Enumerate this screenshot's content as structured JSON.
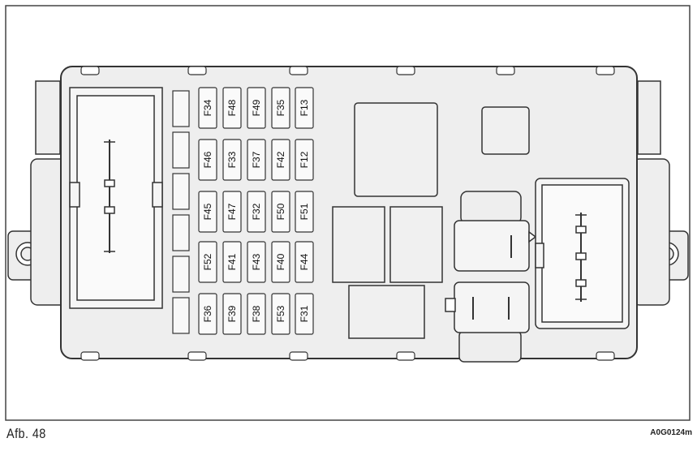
{
  "figure": {
    "caption": "Afb. 48",
    "code": "A0G0124m"
  },
  "fuse_columns": [
    [
      "F34",
      "F46",
      "F45",
      "F52",
      "F36"
    ],
    [
      "F48",
      "F33",
      "F47",
      "F41",
      "F39"
    ],
    [
      "F49",
      "F37",
      "F32",
      "F43",
      "F38"
    ],
    [
      "F35",
      "F42",
      "F50",
      "F40",
      "F53"
    ],
    [
      "F13",
      "F12",
      "F51",
      "F44",
      "F31"
    ]
  ],
  "colors": {
    "outline": "#333333",
    "fill": "#eeeeee",
    "inner": "#f5f5f5"
  }
}
